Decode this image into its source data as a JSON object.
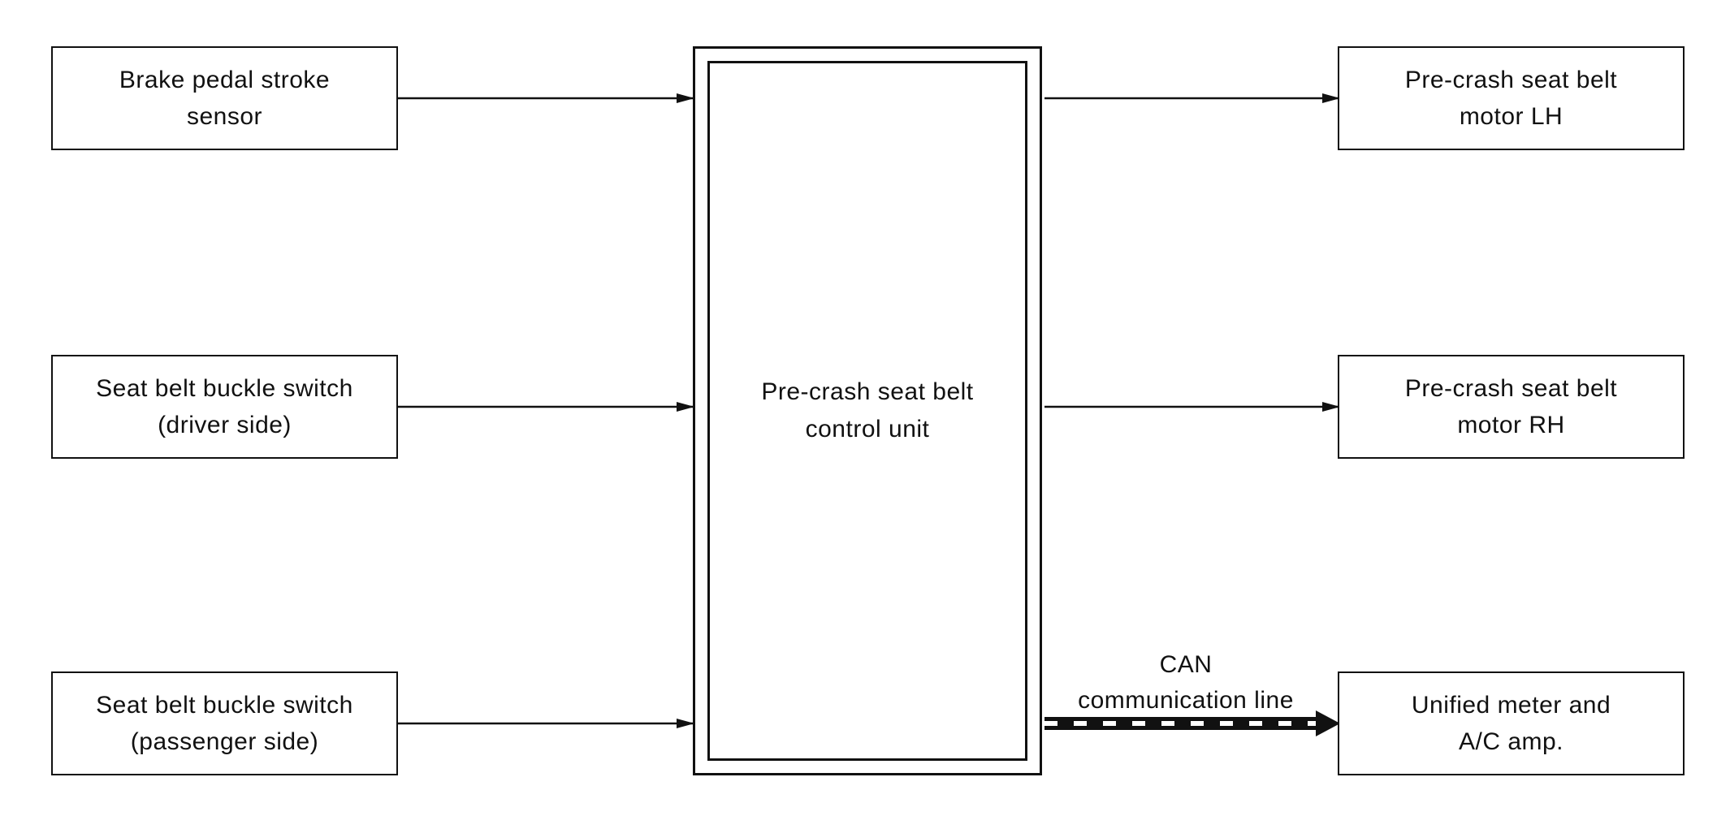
{
  "inputs": [
    {
      "line1": "Brake pedal stroke",
      "line2": "sensor"
    },
    {
      "line1": "Seat belt buckle switch",
      "line2": "(driver side)"
    },
    {
      "line1": "Seat belt buckle switch",
      "line2": "(passenger side)"
    }
  ],
  "control_unit": {
    "line1": "Pre-crash seat belt",
    "line2": "control unit"
  },
  "outputs": [
    {
      "line1": "Pre-crash seat belt",
      "line2": "motor LH"
    },
    {
      "line1": "Pre-crash seat belt",
      "line2": "motor RH"
    },
    {
      "line1": "Unified meter and",
      "line2": "A/C amp."
    }
  ],
  "can_line": {
    "line1": "CAN",
    "line2": "communication line"
  }
}
